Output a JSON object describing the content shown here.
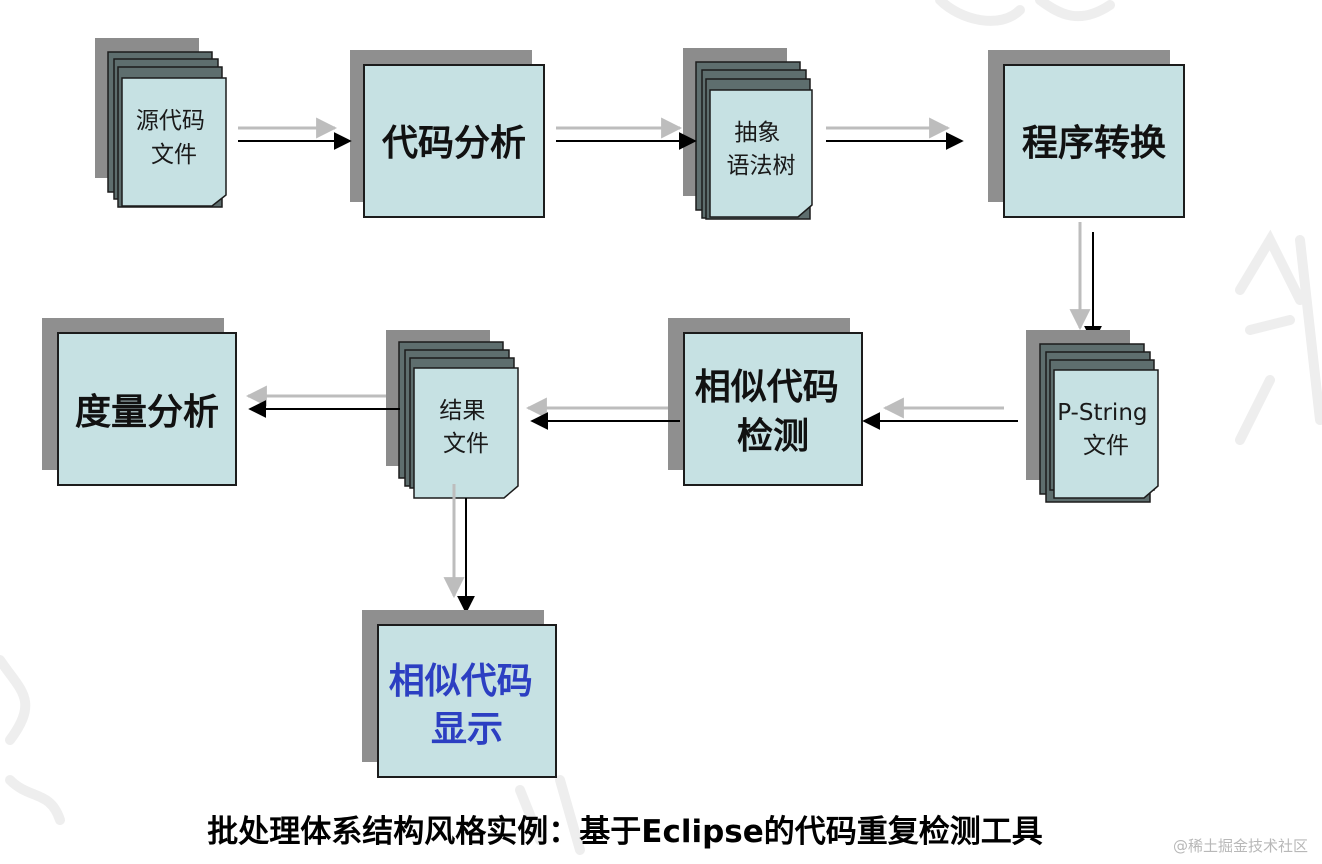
{
  "colors": {
    "box_fill": "#c6e1e3",
    "box_shadow": "#8f8f8f",
    "doc_back": "#5e6e6e",
    "highlight_text": "#2c3fc2",
    "arrow_gray": "#bdbdbd",
    "arrow_black": "#000000"
  },
  "nodes": {
    "source_code_file": {
      "lines": [
        "源代码",
        "文件"
      ]
    },
    "code_analysis": {
      "lines": [
        "代码分析"
      ]
    },
    "ast": {
      "lines": [
        "抽象",
        "语法树"
      ]
    },
    "program_transform": {
      "lines": [
        "程序转换"
      ]
    },
    "pstring_file": {
      "lines": [
        "P-String",
        "文件"
      ]
    },
    "similar_detection": {
      "lines": [
        "相似代码",
        "检测"
      ]
    },
    "result_file": {
      "lines": [
        "结果",
        "文件"
      ]
    },
    "metric_analysis": {
      "lines": [
        "度量分析"
      ]
    },
    "similar_display": {
      "lines": [
        "相似代码",
        "显示"
      ]
    }
  },
  "caption": "批处理体系结构风格实例：基于Eclipse的代码重复检测工具",
  "watermark": "@稀土掘金技术社区"
}
